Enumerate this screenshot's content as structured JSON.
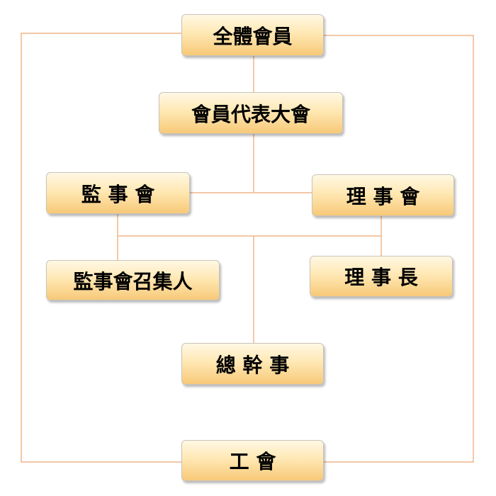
{
  "nodes": {
    "all_members": "全體會員",
    "representative_assembly": "會員代表大會",
    "board_of_supervisors": "監 事 會",
    "board_of_directors": "理 事 會",
    "supervisors_convener": "監事會召集人",
    "chairman": "理 事 長",
    "secretary_general": "總 幹 事",
    "union": "工 會"
  },
  "colors": {
    "line": "#f0b68a",
    "box_top": "#fff8e4",
    "box_bottom": "#f7c978",
    "box_border": "#c9c4ba"
  }
}
